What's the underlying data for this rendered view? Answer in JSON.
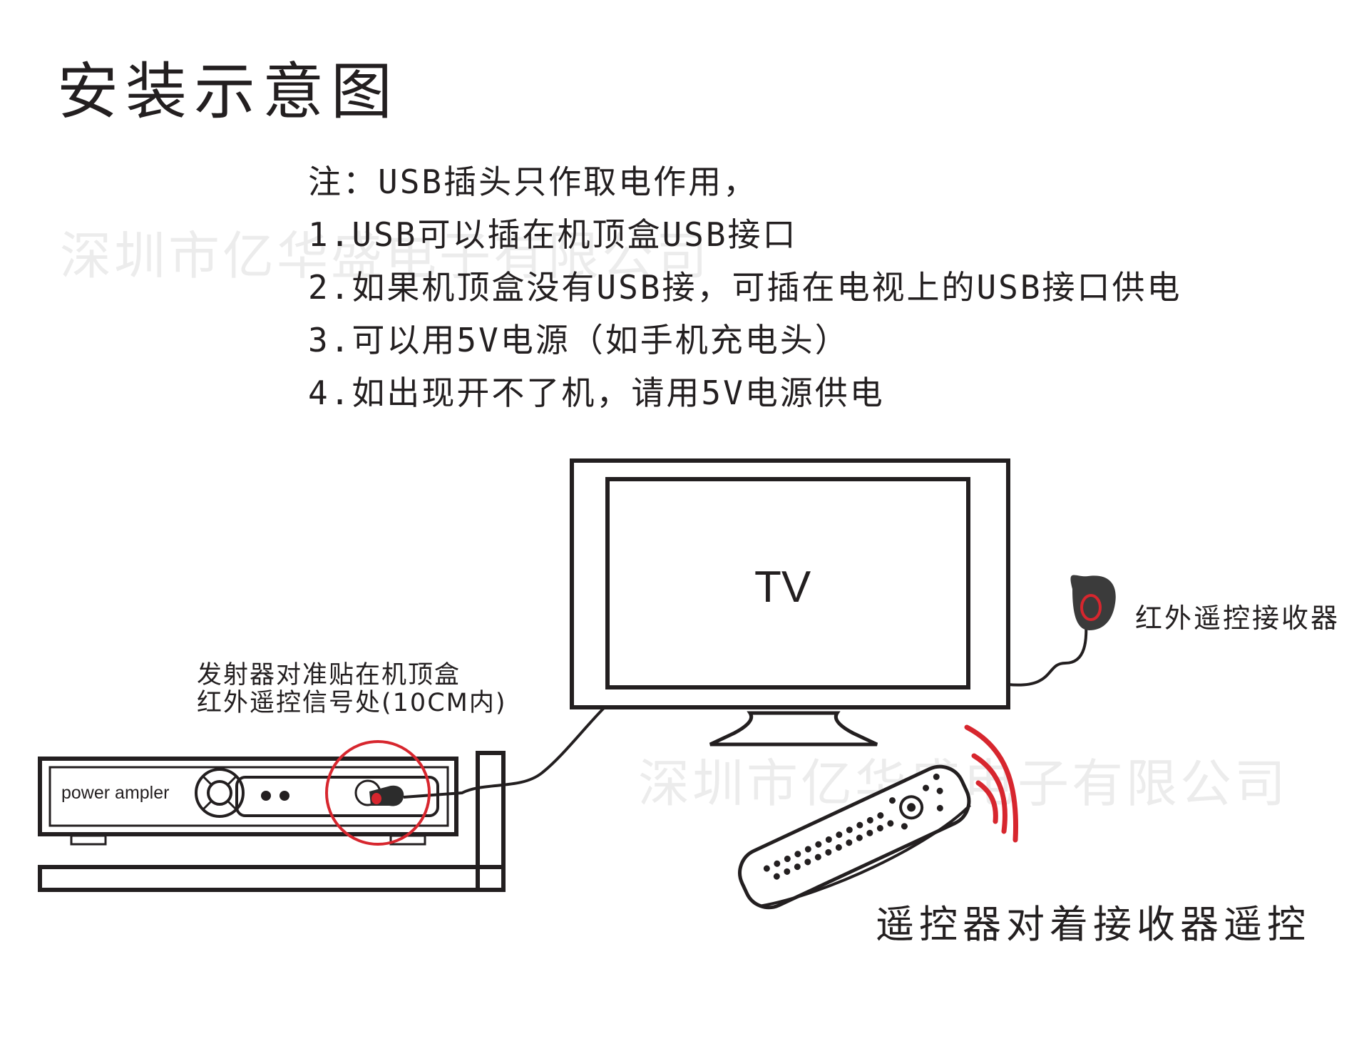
{
  "title": "安装示意图",
  "notes": [
    "注：USB插头只作取电作用，",
    "1.USB可以插在机顶盒USB接口",
    "2.如果机顶盒没有USB接，可插在电视上的USB接口供电",
    "3.可以用5V电源（如手机充电头）",
    "4.如出现开不了机，请用5V电源供电"
  ],
  "watermark": "深圳市亿华盛电子有限公司",
  "labels": {
    "tv": "TV",
    "receiver": "红外遥控接收器",
    "emitter_line1": "发射器对准贴在机顶盒",
    "emitter_line2": "红外遥控信号处(10CM内)",
    "amplifier": "power ampler",
    "caption": "遥控器对着接收器遥控"
  },
  "colors": {
    "outline": "#231f20",
    "highlight_ring": "#d7262e",
    "watermark": "#ececec"
  },
  "icons": [
    "tv-illustration",
    "ir-receiver-icon",
    "ir-emitter-icon",
    "remote-control-icon",
    "signal-waves-icon",
    "set-top-box-illustration"
  ]
}
